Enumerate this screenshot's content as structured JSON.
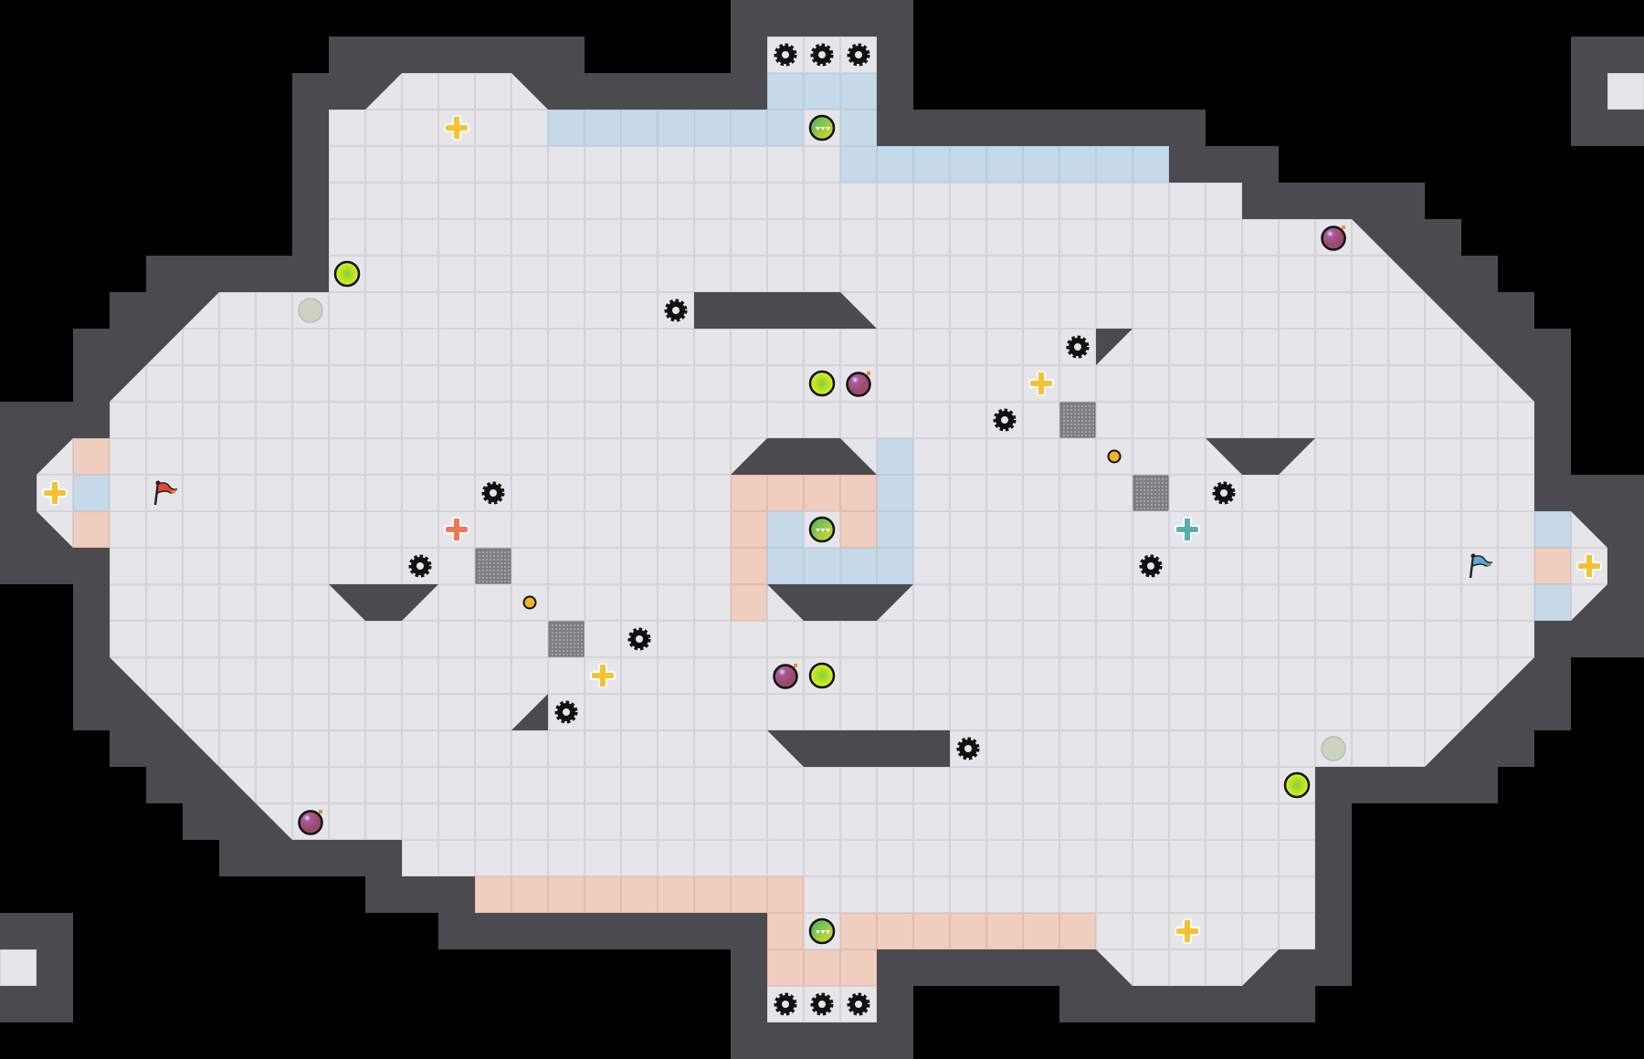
{
  "game": {
    "type": "capture-the-flag tile map",
    "colors": {
      "floor": "#e6e6ea",
      "wall": "#4a4a4f",
      "blue_tile": "#c5d9e8",
      "red_tile": "#efcdbf",
      "background": "#000000",
      "portal": "#d4e61e",
      "bomb": "#8e4a8a",
      "boost": "#f6c133",
      "red_boost": "#f07850",
      "blue_boost": "#5aaeb0",
      "button": "#f2b51c"
    },
    "legend": {
      "g": "spike",
      "+": "boost",
      "r": "red-team-boost",
      "t": "blue-team-boost",
      "p": "portal",
      "o": "portal-inactive",
      "m": "bomb",
      "u": "powerup",
      "x": "neutral-gate",
      "n": "button",
      "F": "red-flag",
      "E": "blue-flag"
    }
  }
}
